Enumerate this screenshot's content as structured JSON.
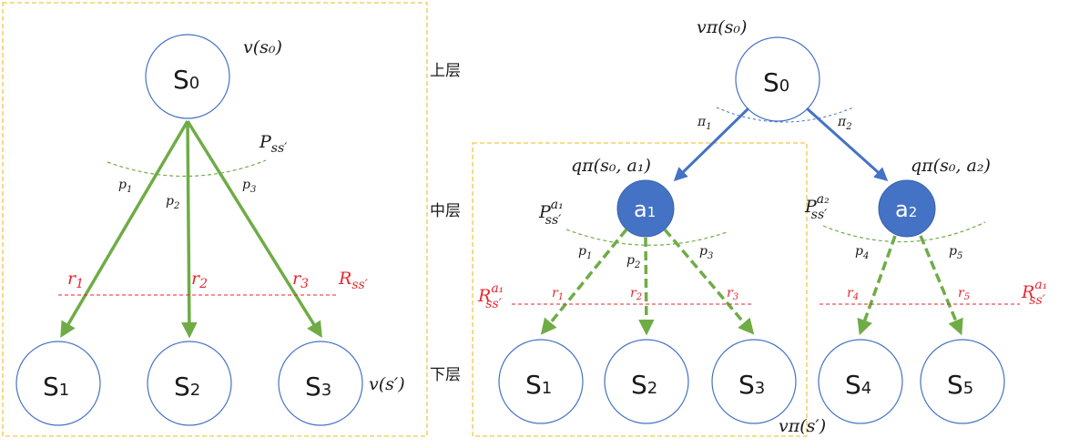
{
  "levels": {
    "upper": "上层",
    "middle": "中层",
    "lower": "下层"
  },
  "left": {
    "root": {
      "base": "S",
      "sub": "0"
    },
    "children": [
      {
        "base": "S",
        "sub": "1"
      },
      {
        "base": "S",
        "sub": "2"
      },
      {
        "base": "S",
        "sub": "3"
      }
    ],
    "value_root": "v(s₀)",
    "value_leaf": "v(s′)",
    "transition": {
      "base": "P",
      "sub": "ss′"
    },
    "probs": [
      {
        "base": "p",
        "sub": "1"
      },
      {
        "base": "p",
        "sub": "2"
      },
      {
        "base": "p",
        "sub": "3"
      }
    ],
    "rewards": [
      {
        "base": "r",
        "sub": "1"
      },
      {
        "base": "r",
        "sub": "2"
      },
      {
        "base": "r",
        "sub": "3"
      }
    ],
    "reward_label": {
      "base": "R",
      "sub": "ss′"
    }
  },
  "right": {
    "root": {
      "base": "S",
      "sub": "0"
    },
    "value_root": "vπ(s₀)",
    "policies": [
      {
        "base": "π",
        "sub": "1"
      },
      {
        "base": "π",
        "sub": "2"
      }
    ],
    "actions": [
      {
        "base": "a",
        "sub": "1",
        "q": "qπ(s₀, a₁)",
        "p_base": "P",
        "p_sub": "ss′",
        "p_sup": "a₁"
      },
      {
        "base": "a",
        "sub": "2",
        "q": "qπ(s₀, a₂)",
        "p_base": "P",
        "p_sub": "ss′",
        "p_sup": "a₂"
      }
    ],
    "children": [
      {
        "base": "S",
        "sub": "1"
      },
      {
        "base": "S",
        "sub": "2"
      },
      {
        "base": "S",
        "sub": "3"
      },
      {
        "base": "S",
        "sub": "4"
      },
      {
        "base": "S",
        "sub": "5"
      }
    ],
    "probs": [
      {
        "base": "p",
        "sub": "1"
      },
      {
        "base": "p",
        "sub": "2"
      },
      {
        "base": "p",
        "sub": "3"
      },
      {
        "base": "p",
        "sub": "4"
      },
      {
        "base": "p",
        "sub": "5"
      }
    ],
    "rewards": [
      {
        "base": "r",
        "sub": "1"
      },
      {
        "base": "r",
        "sub": "2"
      },
      {
        "base": "r",
        "sub": "3"
      },
      {
        "base": "r",
        "sub": "4"
      },
      {
        "base": "r",
        "sub": "5"
      }
    ],
    "reward_labels": [
      {
        "base": "R",
        "sub": "ss′",
        "sup": "a₁"
      },
      {
        "base": "R",
        "sub": "ss′",
        "sup": "a₁"
      }
    ],
    "value_leaf": "vπ(s′)"
  },
  "colors": {
    "green": "#6fac46",
    "blue": "#4472c4",
    "red": "#e8262b",
    "frame": "#f2c744",
    "circle": "#4472c4"
  }
}
